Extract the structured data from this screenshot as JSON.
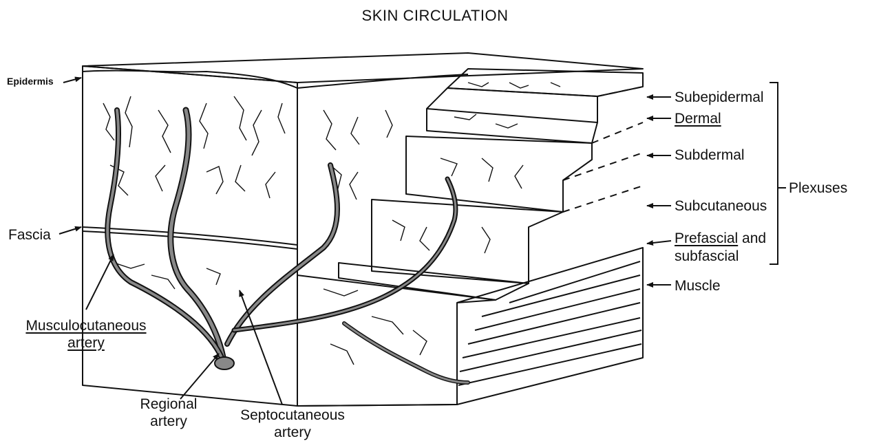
{
  "title": "SKIN CIRCULATION",
  "labels": {
    "epidermis": "Epidermis",
    "fascia": "Fascia",
    "musculocutaneous_line1": "Musculocutaneous",
    "musculocutaneous_line2": "artery",
    "regional_line1": "Regional",
    "regional_line2": "artery",
    "septocutaneous_line1": "Septocutaneous",
    "septocutaneous_line2": "artery",
    "subepidermal": "Subepidermal",
    "dermal": "Dermal",
    "subdermal": "Subdermal",
    "subcutaneous": "Subcutaneous",
    "prefascial": "Prefascial",
    "prefascial_and": " and",
    "subfascial": "subfascial",
    "muscle": "Muscle",
    "plexuses": "Plexuses"
  }
}
